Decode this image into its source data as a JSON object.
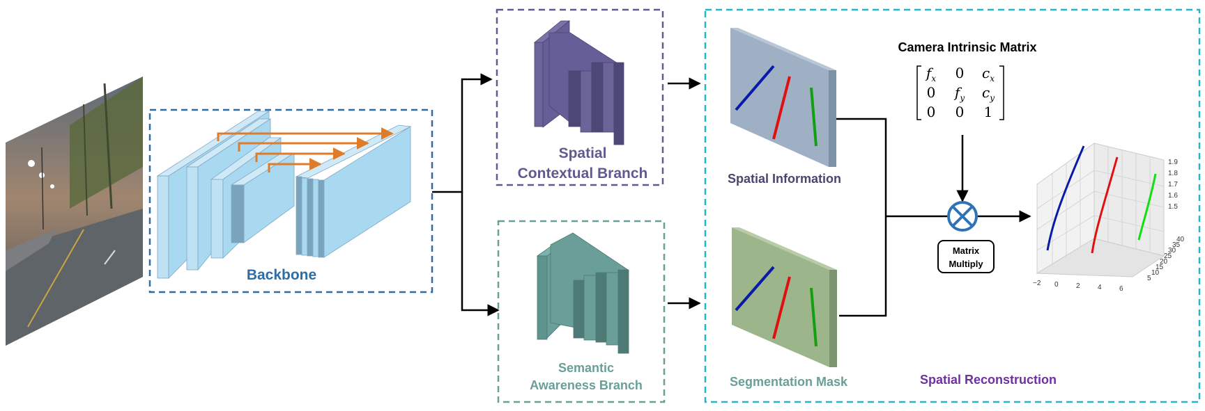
{
  "diagram": {
    "backbone": {
      "label": "Backbone"
    },
    "spatial_branch": {
      "label_line1": "Spatial",
      "label_line2": "Contextual Branch"
    },
    "semantic_branch": {
      "label_line1": "Semantic",
      "label_line2": "Awareness Branch"
    },
    "spatial_info": {
      "label": "Spatial Information"
    },
    "segmentation": {
      "label": "Segmentation Mask"
    },
    "reconstruction": {
      "label": "Spatial Reconstruction"
    },
    "camera": {
      "title": "Camera Intrinsic Matrix",
      "matrix": [
        [
          "f",
          "0",
          "c"
        ],
        [
          "0",
          "f",
          "c"
        ],
        [
          "0",
          "0",
          "1"
        ]
      ],
      "subscripts": [
        [
          "x",
          "",
          "x"
        ],
        [
          "",
          "y",
          "y"
        ],
        [
          "",
          "",
          ""
        ]
      ]
    },
    "multiply": {
      "line1": "Matrix",
      "line2": "Multiply"
    },
    "plot3d": {
      "z_ticks": [
        "1.9",
        "1.8",
        "1.7",
        "1.6",
        "1.5"
      ],
      "x_ticks": [
        "−2",
        "0",
        "2",
        "4",
        "6"
      ],
      "y_ticks": [
        "40",
        "35",
        "30",
        "25",
        "20",
        "15",
        "10",
        "5"
      ]
    },
    "colors": {
      "backbone": "#2e6da4",
      "spatial": "#615a8f",
      "semantic": "#6a9e98",
      "reconstruction_border": "#25b5c8",
      "reconstruction_label": "#7030a0",
      "arrow_orange": "#e07b2a",
      "lane_blue": "#0a1aa8",
      "lane_red": "#e01010",
      "lane_green": "#10a010"
    }
  }
}
